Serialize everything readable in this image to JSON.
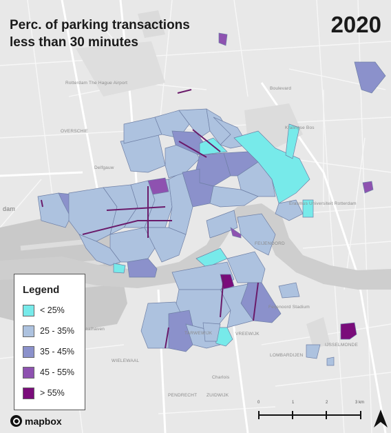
{
  "title_line_1": "Perc. of parking transactions",
  "title_line_2": "less than 30 minutes",
  "year": "2020",
  "legend": {
    "title": "Legend",
    "items": [
      {
        "label": "< 25%",
        "color": "#77eaea"
      },
      {
        "label": "25 - 35%",
        "color": "#adc2df"
      },
      {
        "label": "35 - 45%",
        "color": "#8b91cb"
      },
      {
        "label": "45 - 55%",
        "color": "#8e52b0"
      },
      {
        "label": "> 55%",
        "color": "#7a0c7a"
      }
    ]
  },
  "map_labels": [
    {
      "text": "Rotterdam The Hague Airport"
    },
    {
      "text": "OVERSCHIE"
    },
    {
      "text": "Delfgauw"
    },
    {
      "text": "dam"
    },
    {
      "text": "Kralingse Bos"
    },
    {
      "text": "Erasmus Universiteit Rotterdam"
    },
    {
      "text": "FEIJENOORD"
    },
    {
      "text": "Feijenoord Stadium"
    },
    {
      "text": "IJSSELMONDE"
    },
    {
      "text": "LOMBARDIJEN"
    },
    {
      "text": "WIELEWAAL"
    },
    {
      "text": "PENDRECHT"
    },
    {
      "text": "ZUIDWIJK"
    },
    {
      "text": "Charlois"
    },
    {
      "text": "Waalhaven"
    },
    {
      "text": "VREEWIJK"
    },
    {
      "text": "TARWEWIJK"
    },
    {
      "text": "Boulevard"
    }
  ],
  "scale": {
    "ticks": [
      "0",
      "1",
      "2",
      "3 km"
    ]
  },
  "attribution": "mapbox",
  "icons": {
    "north_arrow": "north-arrow-icon",
    "mapbox_logo": "mapbox-logo-icon"
  }
}
